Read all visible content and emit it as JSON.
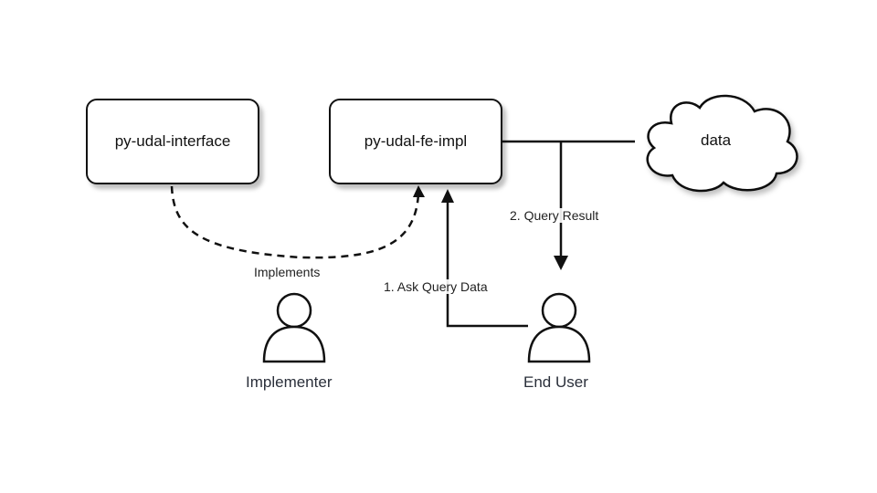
{
  "nodes": {
    "interface": "py-udal-interface",
    "impl": "py-udal-fe-impl",
    "data": "data"
  },
  "actors": {
    "implementer": "Implementer",
    "end_user": "End User"
  },
  "edges": {
    "implements": "Implements",
    "ask_query": "1. Ask Query Data",
    "query_result": "2. Query Result"
  }
}
